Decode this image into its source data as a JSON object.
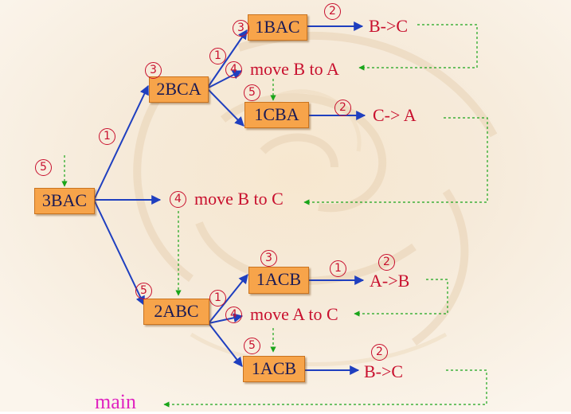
{
  "nodes": {
    "n3bac": "3BAC",
    "n2bca": "2BCA",
    "n1bac": "1BAC",
    "n1cba": "1CBA",
    "n2abc": "2ABC",
    "n1acb_top": "1ACB",
    "n1acb_bot": "1ACB"
  },
  "labels": {
    "b_to_c_top": "B->C",
    "move_b_to_a": "move B to A",
    "c_to_a": "C-> A",
    "move_b_to_c": "move B to C",
    "a_to_b": "A->B",
    "move_a_to_c": "move A to C",
    "b_to_c_bot": "B->C",
    "main": "main"
  },
  "markers": {
    "one": "1",
    "two": "2",
    "three": "3",
    "four": "4",
    "five": "5"
  },
  "colors": {
    "call_arrow": "#1f3fbf",
    "return_arrow": "#1aa51a",
    "node_fill": "#f7a44a",
    "label_text": "#c8102e",
    "main_text": "#e024c0"
  }
}
